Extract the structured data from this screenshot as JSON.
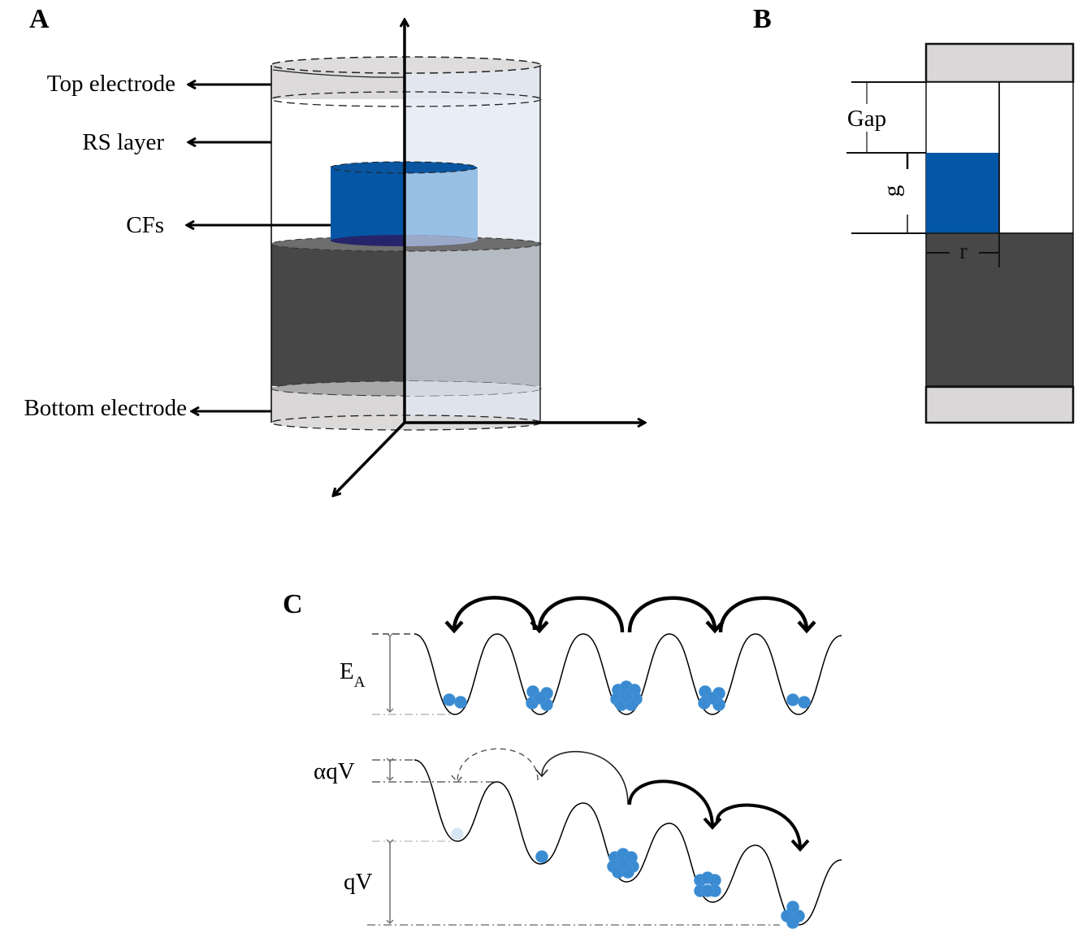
{
  "figure": {
    "panels": {
      "A": {
        "label": "A",
        "layers": [
          {
            "name": "Top electrode",
            "color": "#d9d7d8"
          },
          {
            "name": "RS layer",
            "color": "#ffffff"
          },
          {
            "name": "CFs",
            "color": "#0456a6"
          },
          {
            "name": "Bottom electrode",
            "color": "#d9d7d8"
          }
        ],
        "oxide_color": "#474747",
        "axes": [
          "up",
          "right",
          "down-left"
        ]
      },
      "B": {
        "label": "B",
        "dimensions": {
          "gap": "Gap",
          "g": "g",
          "r": "r"
        },
        "colors": {
          "electrode": "#d9d7d8",
          "filament": "#0456a6",
          "oxide": "#474747"
        }
      },
      "C": {
        "label": "C",
        "top_well": {
          "barrier_label": "E",
          "barrier_subscript": "A",
          "particle_counts": [
            2,
            5,
            8,
            5,
            2
          ]
        },
        "bottom_well": {
          "barrier_lowering_label": "αqV",
          "bias_label": "qV",
          "particle_counts": [
            1,
            1,
            8,
            6,
            4
          ]
        },
        "particle_color": "#3a8bd2"
      }
    }
  }
}
